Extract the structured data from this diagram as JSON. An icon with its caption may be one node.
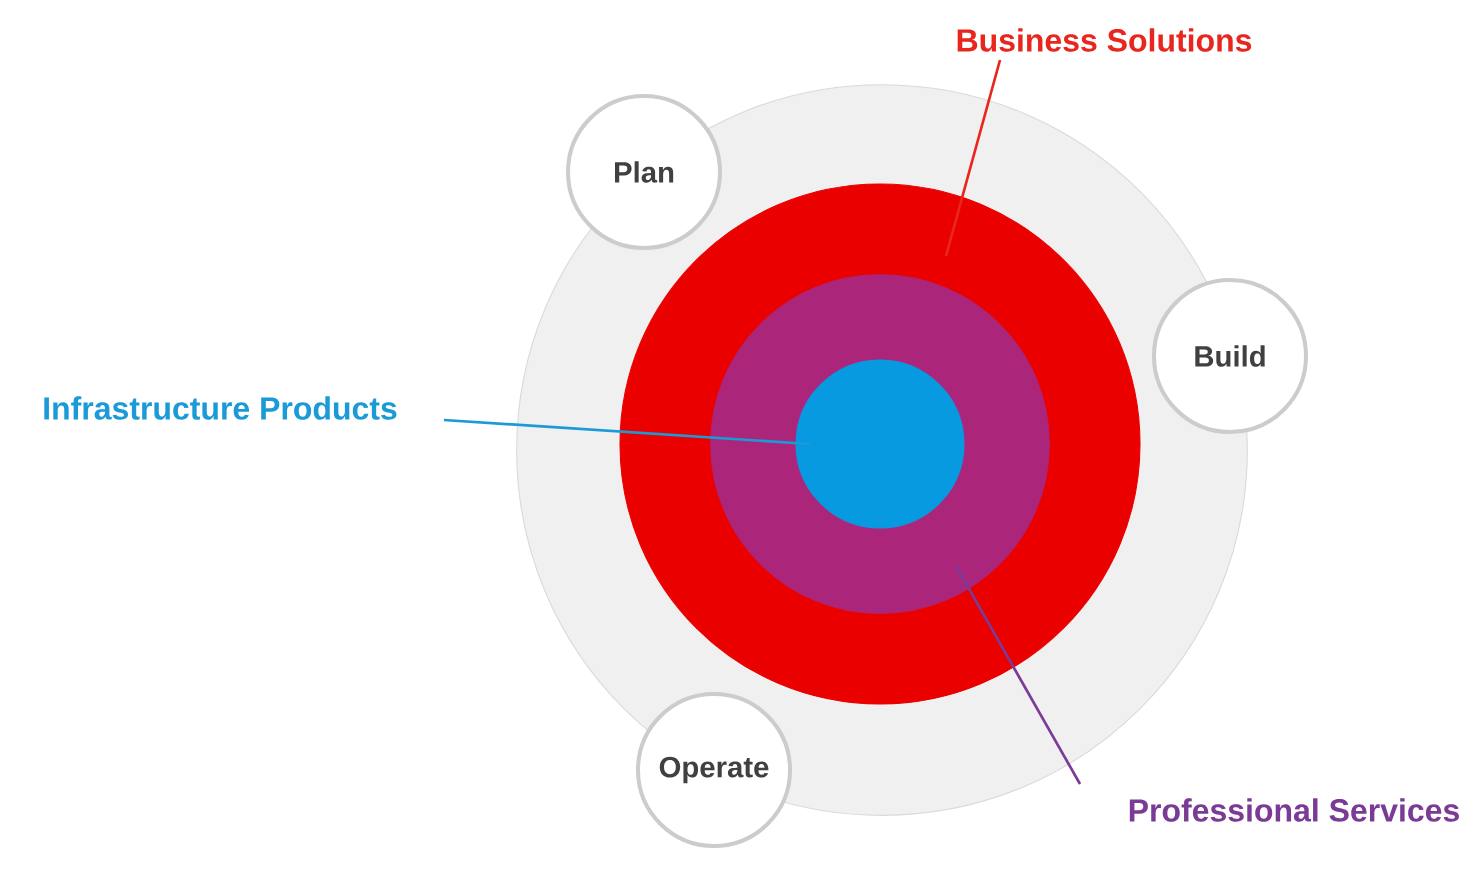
{
  "diagram": {
    "nodes": [
      {
        "text": [],
        "shape": "circle"
      },
      {
        "text": [
          "Plan"
        ]
      },
      {
        "text": [
          "Build"
        ]
      },
      {
        "text": [
          "Operate"
        ]
      },
      {
        "text": [],
        "shape": "circle",
        "in": 0
      },
      {
        "text": [],
        "shape": "circle",
        "in": 4
      },
      {
        "text": [],
        "shape": "circle",
        "in": 5
      },
      {
        "text": [
          "Business Solutions"
        ]
      },
      {
        "text": [
          "Infrastructure Products"
        ]
      },
      {
        "text": [
          "Professional Services"
        ]
      }
    ],
    "edges": [
      {
        "from": 7,
        "to": 4,
        "arrow": "none",
        "color": "#e8261e"
      },
      {
        "from": 8,
        "to": 6,
        "arrow": "none",
        "color": "#1a9ad6"
      },
      {
        "from": 9,
        "to": 5,
        "arrow": "none",
        "color": "#7a3a96"
      }
    ]
  }
}
